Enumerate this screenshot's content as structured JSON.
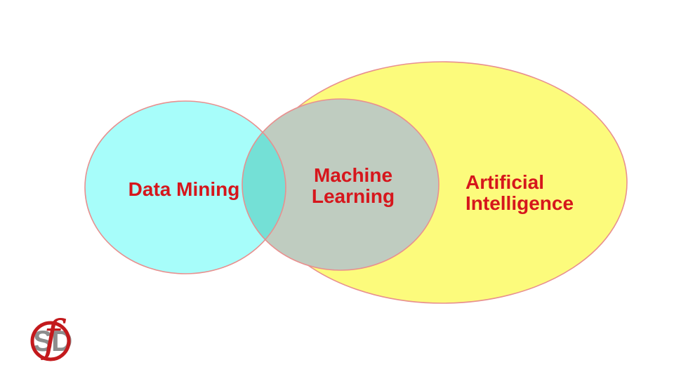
{
  "diagram": {
    "type": "venn",
    "background": "#ffffff",
    "outline_color": "#e8908f",
    "label_color": "#d6161c",
    "sets": [
      {
        "name": "Data Mining",
        "label_line1": "Data Mining",
        "fill": "#a7fdfa"
      },
      {
        "name": "Machine Learning",
        "label_line1": "Machine",
        "label_line2": "Learning",
        "fill": "#bfccc0"
      },
      {
        "name": "Artificial Intelligence",
        "label_line1": "Artificial",
        "label_line2": "Intelligence",
        "fill": "#fcfb7c"
      }
    ],
    "overlap": {
      "between": "Data Mining ∩ Machine Learning",
      "fill": "#74e0d6"
    },
    "containment": "Machine Learning is inside Artificial Intelligence"
  },
  "logo": {
    "letter_s": "S",
    "letter_f": "f",
    "letter_d": "D",
    "ring_color": "#c3191c",
    "letter_color": "#8d8d8d"
  }
}
